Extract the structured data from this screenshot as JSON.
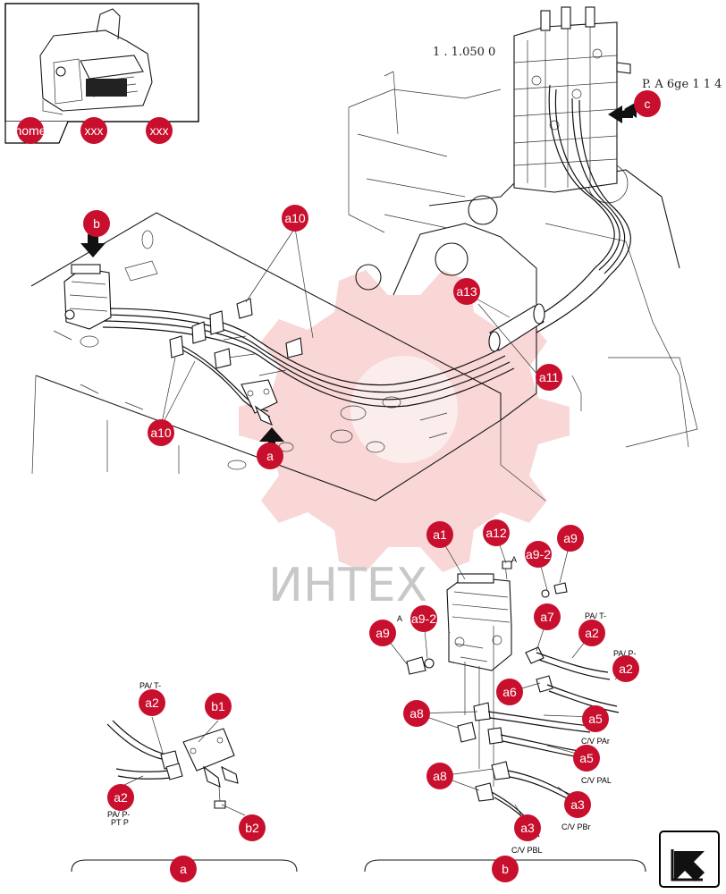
{
  "thumbnail": {
    "home_label": "home",
    "link_left": "xxx",
    "link_right": "xxx"
  },
  "references": {
    "top_ref_label": "1 . 1.050 0",
    "page_ref_label": "P. A 6ge 1 1 4"
  },
  "callouts": {
    "c": "c",
    "b_arrow": "b",
    "a_arrow": "a",
    "a10_top": "a10",
    "a10_bottom": "a10",
    "a13": "a13",
    "a11": "a11",
    "a1": "a1",
    "a12": "a12",
    "a9_2_right": "a9-2",
    "a9_right": "a9",
    "a9_left": "a9",
    "a9_2_left": "a9-2",
    "a7": "a7",
    "a2_right_upper": "a2",
    "a2_right_lower": "a2",
    "a6": "a6",
    "a8_upper": "a8",
    "a5_upper": "a5",
    "a5_lower": "a5",
    "a8_lower": "a8",
    "a3_right": "a3",
    "a3_bottom": "a3",
    "a2_detail_a_top": "a2",
    "b1": "b1",
    "a2_detail_a_bottom": "a2",
    "b2": "b2",
    "detail_a": "a",
    "detail_b": "b"
  },
  "port_labels": {
    "pa_t_right": "PA/ T-",
    "pa_p_right": "PA/ P-",
    "cv_par": "C/V PAr",
    "cv_pal": "C/V PAL",
    "cv_pbr": "C/V PBr",
    "cv_pbl": "C/V PBL",
    "pa_t_left": "PA/ T-",
    "pa_p_left": "PA/ P-",
    "pt_p": "PT P",
    "valve_a_small": "A",
    "valve_a_small2": "A"
  },
  "watermark": {
    "text": "ИНТЕХ"
  },
  "colors": {
    "badge": "#c8102e",
    "watermark": "#f2a7a7"
  },
  "icons": {
    "navigation": "back-arrow-icon"
  }
}
